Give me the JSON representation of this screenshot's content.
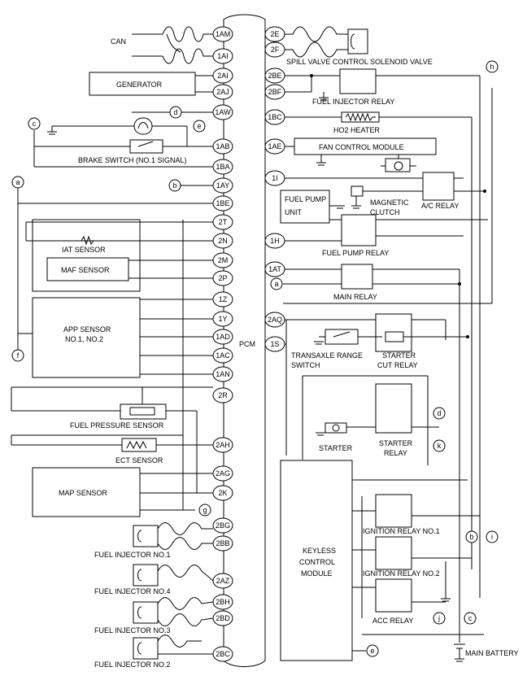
{
  "pcm": {
    "label": "PCM"
  },
  "pins_left": [
    "1AM",
    "1AI",
    "2AI",
    "2AJ",
    "1AW",
    "1AB",
    "1BA",
    "1AY",
    "1BE",
    "2T",
    "2N",
    "2M",
    "2P",
    "1Z",
    "1Y",
    "1AD",
    "1AC",
    "1AN",
    "2R",
    "2AH",
    "2AG",
    "2K",
    "2BG",
    "2BB",
    "2AZ",
    "2BH",
    "2BD",
    "2BC"
  ],
  "pins_right": [
    "2E",
    "2F",
    "2BE",
    "2BF",
    "1BC",
    "1AE",
    "1I",
    "1H",
    "1AT",
    "2AQ",
    "1S"
  ],
  "labels": {
    "can": "CAN",
    "generator": "GENERATOR",
    "brake_switch": "BRAKE SWITCH (NO.1 SIGNAL)",
    "iat_sensor": "IAT SENSOR",
    "maf_sensor": "MAF SENSOR",
    "app_sensor_1": "APP SENSOR",
    "app_sensor_2": "NO.1, NO.2",
    "fuel_pressure_sensor": "FUEL PRESSURE SENSOR",
    "ect_sensor": "ECT SENSOR",
    "map_sensor": "MAP SENSOR",
    "fuel_injector_1": "FUEL INJECTOR NO.1",
    "fuel_injector_4": "FUEL INJECTOR NO.4",
    "fuel_injector_3": "FUEL INJECTOR NO.3",
    "fuel_injector_2": "FUEL INJECTOR NO.2",
    "spill_valve": "SPILL VALVE CONTROL SOLENOID VALVE",
    "fuel_injector_relay": "FUEL INJECTOR RELAY",
    "ho2_heater": "HO2 HEATER",
    "fan_control_module": "FAN CONTROL MODULE",
    "fuel_pump_unit_1": "FUEL PUMP",
    "fuel_pump_unit_2": "UNIT",
    "magnetic_clutch_1": "MAGNETIC",
    "magnetic_clutch_2": "CLUTCH",
    "ac_relay": "A/C RELAY",
    "fuel_pump_relay": "FUEL PUMP RELAY",
    "main_relay": "MAIN RELAY",
    "transaxle_range_1": "TRANSAXLE RANGE",
    "transaxle_range_2": "SWITCH",
    "starter_cut_relay_1": "STARTER",
    "starter_cut_relay_2": "CUT RELAY",
    "starter": "STARTER",
    "starter_relay_1": "STARTER",
    "starter_relay_2": "RELAY",
    "keyless_1": "KEYLESS",
    "keyless_2": "CONTROL",
    "keyless_3": "MODULE",
    "ignition_relay_1": "IGNITION RELAY NO.1",
    "ignition_relay_2": "IGNITION RELAY NO.2",
    "acc_relay": "ACC RELAY",
    "main_battery": "MAIN BATTERY"
  },
  "callouts": {
    "a1": "a",
    "a2": "a",
    "b1": "b",
    "b2": "b",
    "c1": "c",
    "c2": "c",
    "d1": "d",
    "d2": "d",
    "e1": "e",
    "e2": "e",
    "f": "f",
    "g": "g",
    "h": "h",
    "i": "i",
    "j": "j",
    "k": "k"
  }
}
